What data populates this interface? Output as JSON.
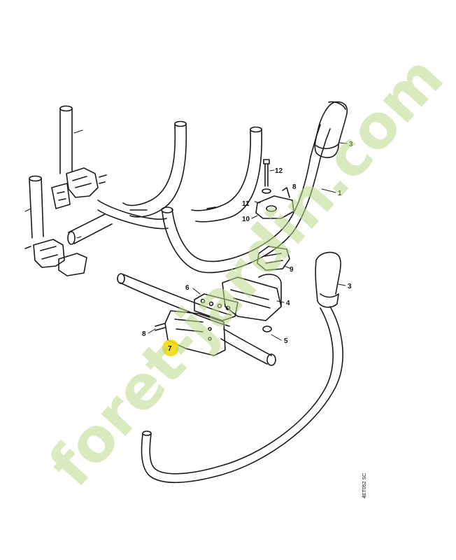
{
  "diagram": {
    "callouts": [
      {
        "id": "c-3a",
        "label": "3"
      },
      {
        "id": "c-12",
        "label": "12"
      },
      {
        "id": "c-8a",
        "label": "8"
      },
      {
        "id": "c-1",
        "label": "1"
      },
      {
        "id": "c-11",
        "label": "11"
      },
      {
        "id": "c-10",
        "label": "10"
      },
      {
        "id": "c-9",
        "label": "9"
      },
      {
        "id": "c-6",
        "label": "6"
      },
      {
        "id": "c-3b",
        "label": "3"
      },
      {
        "id": "c-4",
        "label": "4"
      },
      {
        "id": "c-8b",
        "label": "8"
      },
      {
        "id": "c-5",
        "label": "5"
      },
      {
        "id": "c-7",
        "label": "7"
      }
    ],
    "reference_code": "4ET052 SC",
    "highlight_color": "#f5d90a",
    "line_color": "#1a1a1a"
  },
  "watermark": {
    "text": "foret-jardin.com",
    "colors": {
      "green": "#b9d98a",
      "orange": "#f2b27a",
      "brown": "#c9b59a"
    }
  }
}
